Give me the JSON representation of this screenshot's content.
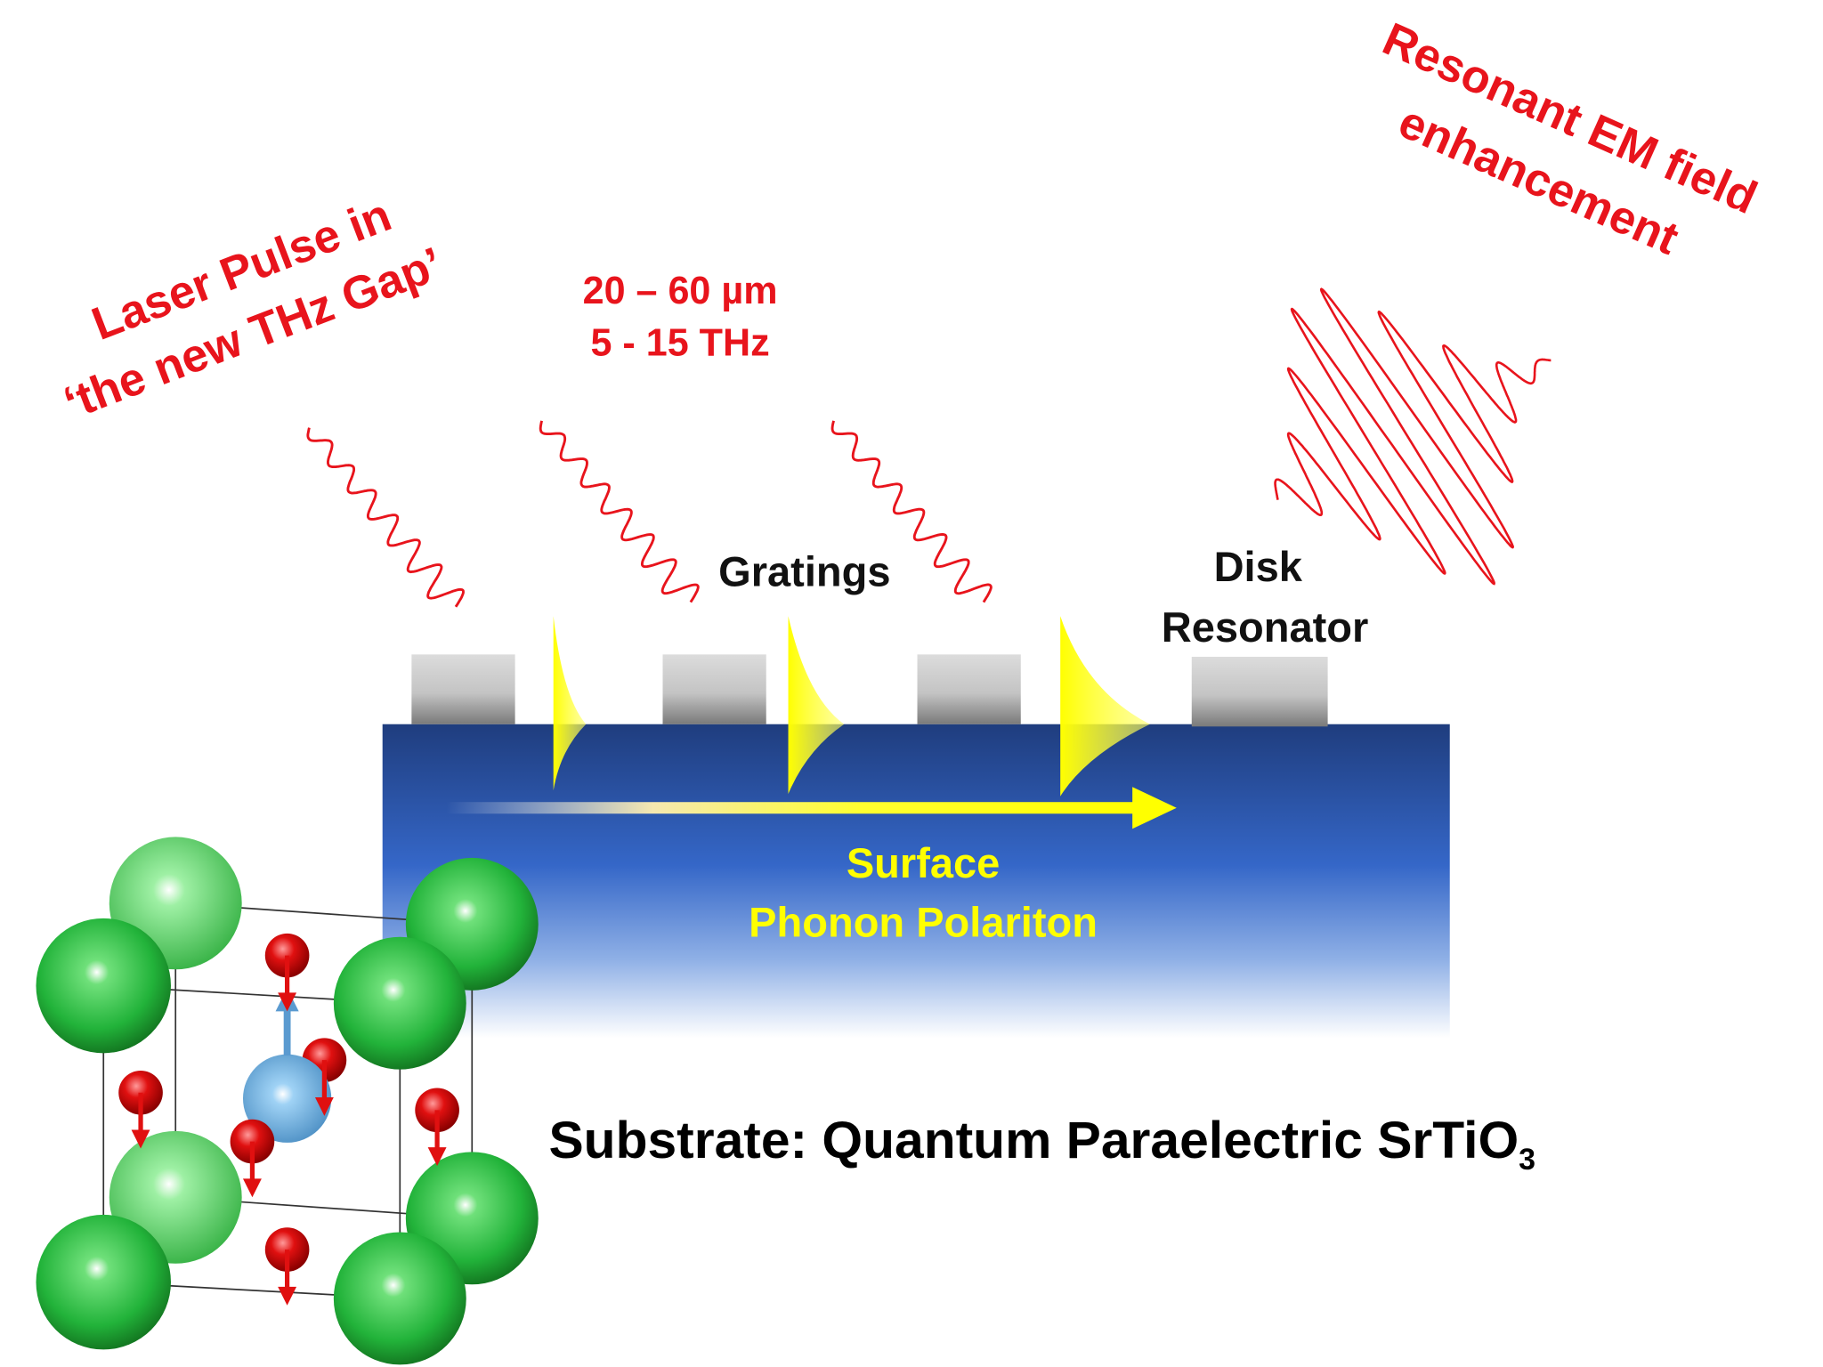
{
  "labels": {
    "laser_line1": "Laser Pulse in",
    "laser_line2": "‘the new THz Gap’",
    "wavelength": "20 – 60 µm",
    "frequency": "5 - 15 THz",
    "gratings": "Gratings",
    "disk_line1": "Disk",
    "disk_line2": "Resonator",
    "resonant_line1": "Resonant EM field",
    "resonant_line2": "enhancement",
    "spp_line1": "Surface",
    "spp_line2": "Phonon Polariton",
    "substrate_main": "Substrate: Quantum Paraelectric SrTiO",
    "substrate_subscript": "3"
  },
  "colors": {
    "red_text": "#e8141c",
    "yellow": "#ffff00",
    "substrate_top": "#1f3d7e",
    "substrate_mid": "#3567c8",
    "sr_atom": "#22b33a",
    "ti_atom": "#6aaee0",
    "o_atom": "#d81010"
  }
}
